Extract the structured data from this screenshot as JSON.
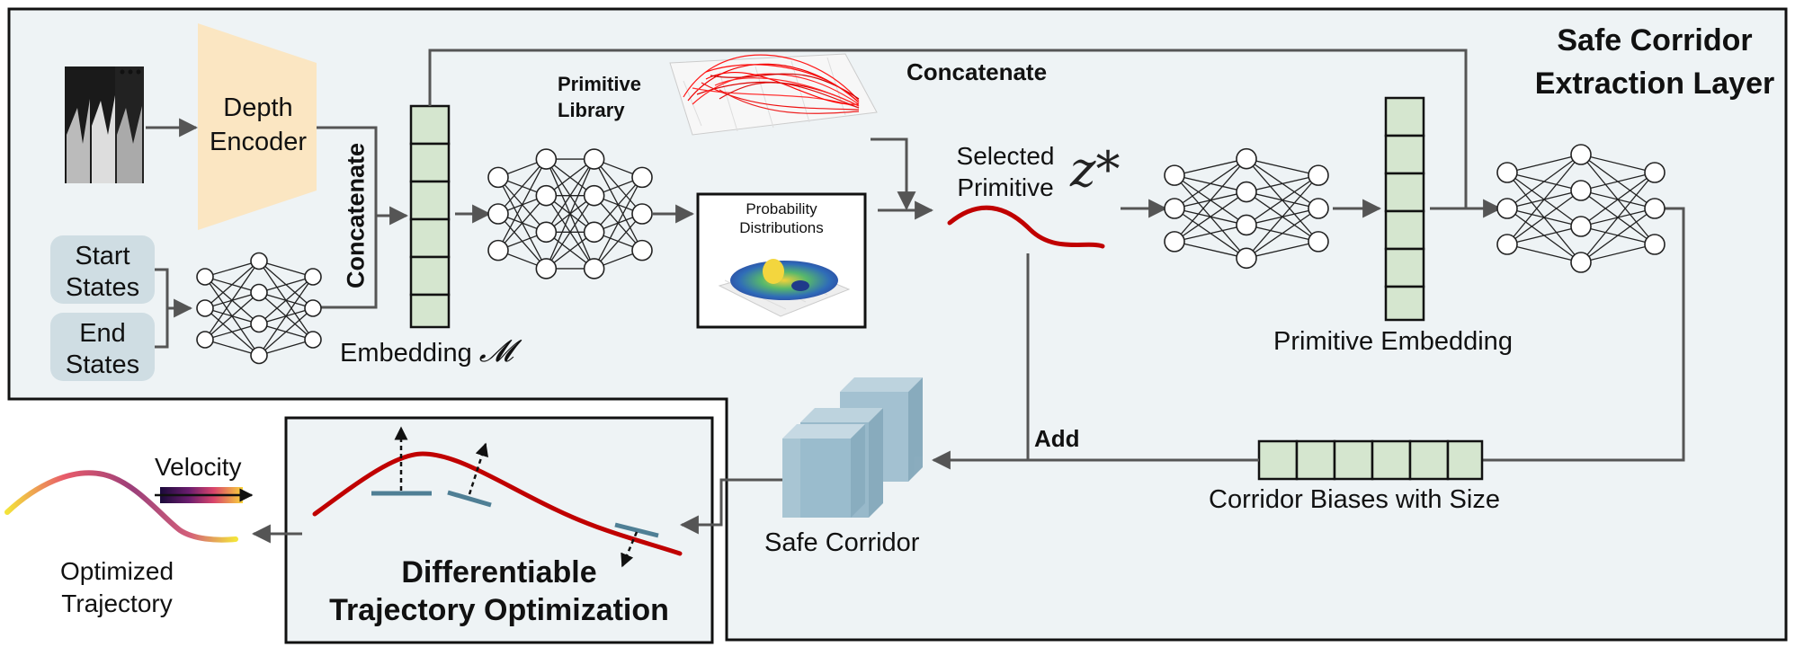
{
  "title": [
    "Safe Corridor",
    "Extraction Layer"
  ],
  "labels": {
    "depth_encoder": [
      "Depth",
      "Encoder"
    ],
    "start_states": [
      "Start",
      "States"
    ],
    "end_states": [
      "End",
      "States"
    ],
    "concatenate_vertical": "Concatenate",
    "concatenate_top": "Concatenate",
    "embedding": "Embedding",
    "embedding_symbol": "𝓜",
    "primitive_library": [
      "Primitive",
      "Library"
    ],
    "probability_distributions": [
      "Probability",
      "Distributions"
    ],
    "selected_primitive": [
      "Selected",
      "Primitive"
    ],
    "z_star": "z*",
    "primitive_embedding": "Primitive Embedding",
    "add": "Add",
    "corridor_biases": "Corridor Biases with Size",
    "safe_corridor": "Safe Corridor",
    "diff_traj_opt": [
      "Differentiable",
      "Trajectory Optimization"
    ],
    "velocity": "Velocity",
    "optimized_trajectory": [
      "Optimized",
      "Trajectory"
    ]
  },
  "colors": {
    "panel_fill": "#eef3f5",
    "embedding_cell": "#d5e6cf",
    "encoder_fill": "#fbe6c2",
    "state_pill": "#cfdde3",
    "primitive_curve": "#c00000",
    "arrow": "#555555",
    "corridor_plane": "#4f7f95",
    "cube": "#8fb3c6"
  },
  "icons": [
    "depth-image-stack-icon",
    "neural-network-icon",
    "primitive-library-plot-icon",
    "probability-surface-plot-icon",
    "corridor-cube-icon",
    "velocity-colorbar-icon"
  ]
}
